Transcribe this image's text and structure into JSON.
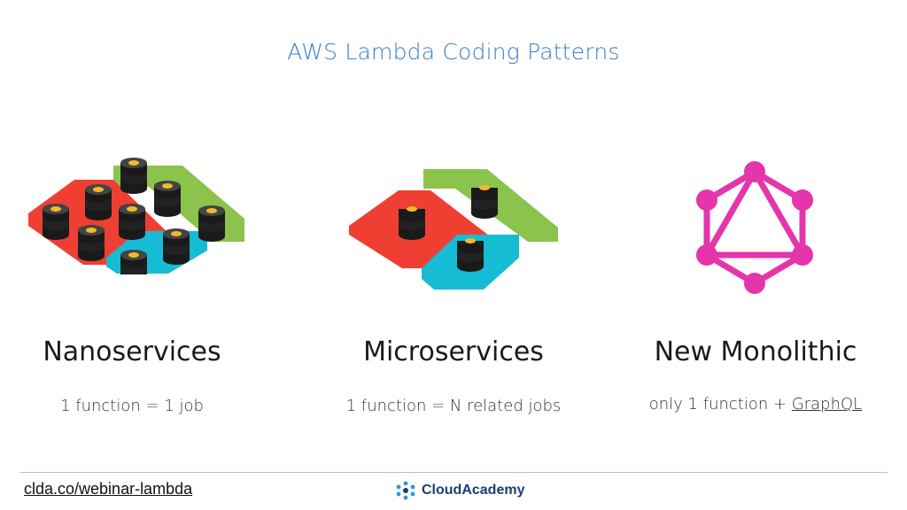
{
  "slide": {
    "title": "AWS Lambda Coding Patterns"
  },
  "patterns": [
    {
      "heading": "Nanoservices",
      "subtext": "1 function = 1 job"
    },
    {
      "heading": "Microservices",
      "subtext": "1 function = N related jobs"
    },
    {
      "heading": "New Monolithic",
      "subtext_prefix": "only 1 function + ",
      "subtext_link": "GraphQL"
    }
  ],
  "footer": {
    "link": "clda.co/webinar-lambda",
    "brand": "CloudAcademy"
  },
  "colors": {
    "title": "#3a7fc2",
    "red": "#ef3f33",
    "green": "#8cc34d",
    "blue": "#16bcd4",
    "graphql": "#e535ab",
    "stack": "#2a2a2a",
    "lambda_gold": "#f4b92a"
  },
  "icons": {
    "stack": "lambda-function-stack-icon",
    "graphql": "graphql-logo-icon",
    "brand": "cloudacademy-logo-icon"
  }
}
